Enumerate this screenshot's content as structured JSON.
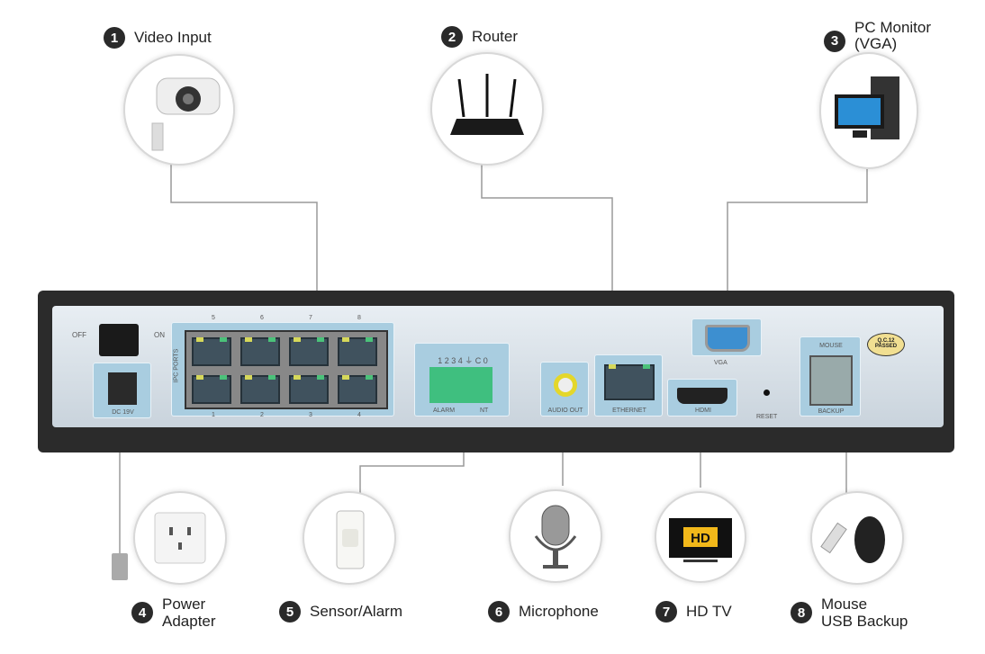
{
  "connections": [
    {
      "num": "1",
      "label": "Video Input",
      "icon": "camera-icon"
    },
    {
      "num": "2",
      "label": "Router",
      "icon": "router-icon"
    },
    {
      "num": "3",
      "label": "PC Monitor\n(VGA)",
      "line1": "PC Monitor",
      "line2": "(VGA)",
      "icon": "pc-monitor-icon"
    },
    {
      "num": "4",
      "line1": "Power",
      "line2": "Adapter",
      "icon": "power-outlet-icon"
    },
    {
      "num": "5",
      "label": "Sensor/Alarm",
      "icon": "sensor-icon"
    },
    {
      "num": "6",
      "label": "Microphone",
      "icon": "microphone-icon"
    },
    {
      "num": "7",
      "label": "HD TV",
      "icon": "hdtv-icon",
      "badge": "HD"
    },
    {
      "num": "8",
      "line1": "Mouse",
      "line2": "USB Backup",
      "icon": "mouse-usb-icon"
    }
  ],
  "panel": {
    "off": "OFF",
    "on": "ON",
    "dc": "DC 19V",
    "ipc": "IPC PORTS",
    "ports_top": [
      "5",
      "6",
      "7",
      "8"
    ],
    "ports_bottom": [
      "1",
      "2",
      "3",
      "4"
    ],
    "alarm_pins": "1 2 3 4 ⏚ C 0",
    "alarm": "ALARM",
    "nt": "NT",
    "audio": "AUDIO OUT",
    "ethernet": "ETHERNET",
    "hdmi": "HDMI",
    "vga": "VGA",
    "reset": "RESET",
    "mouse": "MOUSE",
    "backup": "BACKUP",
    "qc1": "Q.C.12",
    "qc2": "PASSED"
  },
  "colors": {
    "accent_box": "#a9cde0",
    "device": "#2b2b2b",
    "alarm_green": "#3fbf7f"
  }
}
